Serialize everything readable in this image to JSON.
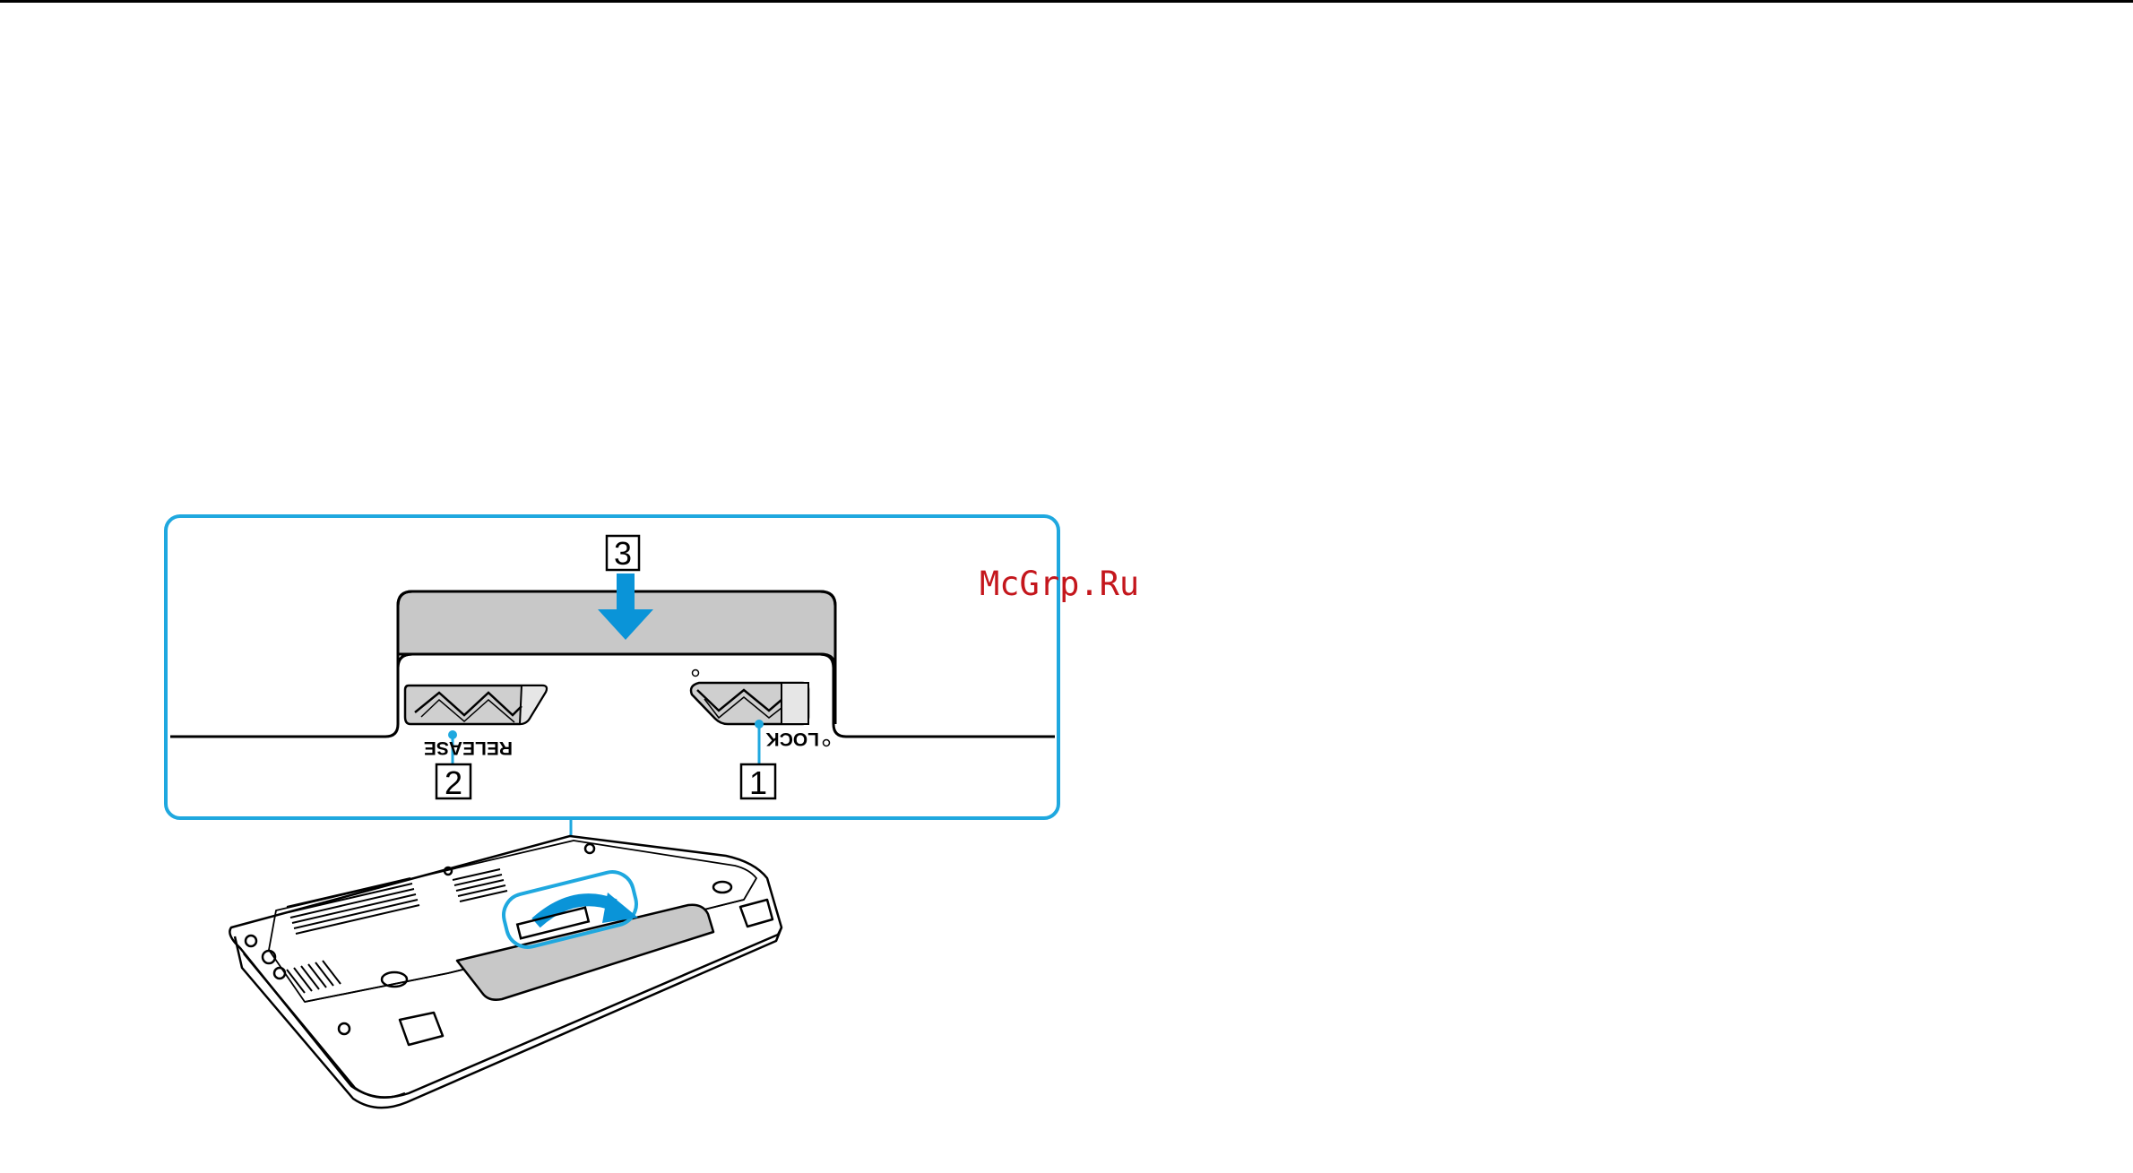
{
  "watermark": "McGrp.Ru",
  "callouts": {
    "one": "1",
    "two": "2",
    "three": "3"
  },
  "labels": {
    "release": "RELEASE",
    "lock": "LOCK"
  },
  "colors": {
    "callout_cyan": "#1fa8df",
    "arrow_blue": "#0a94d8",
    "battery_gray": "#c8c8c8",
    "watermark_red": "#c4161c"
  }
}
